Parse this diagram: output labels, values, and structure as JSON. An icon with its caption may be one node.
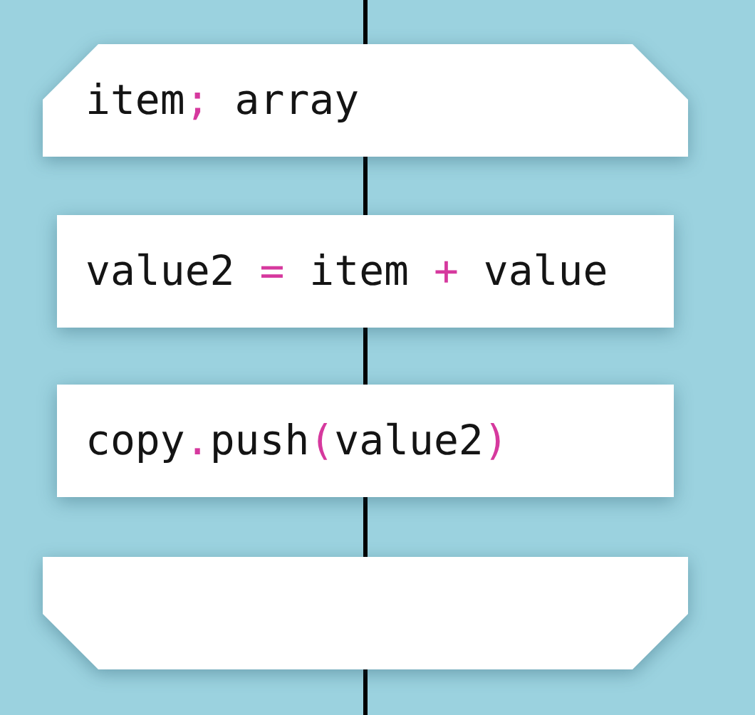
{
  "diagram": {
    "nodes": [
      {
        "text": [
          "item; array"
        ]
      },
      {
        "text": [
          "value2 = item + value"
        ]
      },
      {
        "text": [
          "copy.push(value2)"
        ]
      },
      {
        "text": [],
        "shape": "hexagon"
      }
    ],
    "edges": [
      {
        "from": null,
        "to": 0,
        "arrow": "none"
      },
      {
        "from": 0,
        "to": 1,
        "arrow": "none"
      },
      {
        "from": 1,
        "to": 2,
        "arrow": "none"
      },
      {
        "from": 2,
        "to": 3,
        "arrow": "none"
      },
      {
        "from": 3,
        "to": null,
        "arrow": "none"
      }
    ]
  }
}
